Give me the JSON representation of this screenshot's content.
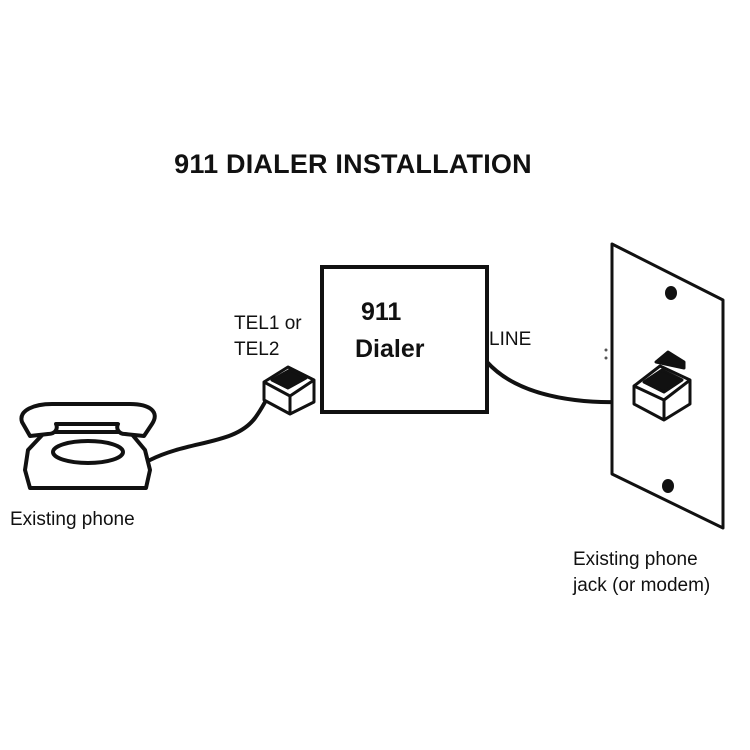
{
  "title": "911 DIALER INSTALLATION",
  "dialer": {
    "line1": "911",
    "line2": "Dialer"
  },
  "ports": {
    "tel_line1": "TEL1 or",
    "tel_line2": "TEL2",
    "line": "LINE"
  },
  "phone": {
    "label": "Existing phone"
  },
  "wall_jack": {
    "label_line1": "Existing phone",
    "label_line2": "jack (or modem)"
  },
  "colors": {
    "ink": "#111111",
    "background": "#ffffff"
  }
}
